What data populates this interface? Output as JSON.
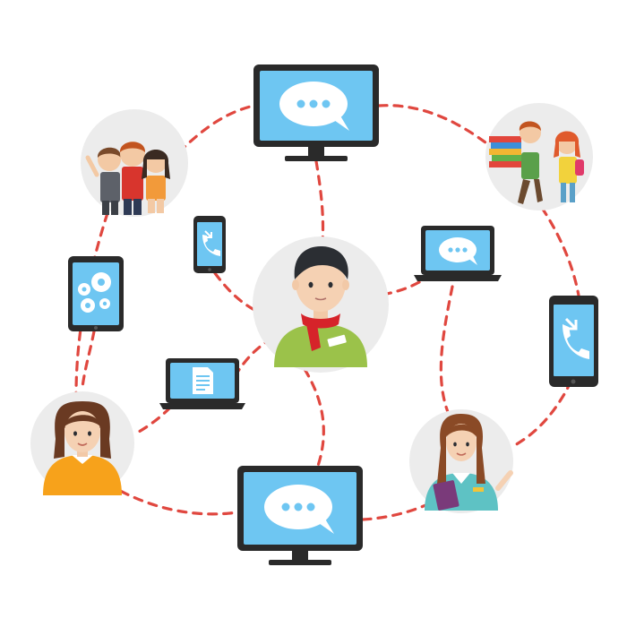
{
  "diagram": {
    "nodes": [
      {
        "id": "center",
        "kind": "avatar-center",
        "icon": "person-scarf-icon"
      },
      {
        "id": "monitor-top",
        "kind": "monitor",
        "icon": "chat-bubble-icon"
      },
      {
        "id": "monitor-bottom",
        "kind": "monitor",
        "icon": "chat-bubble-icon"
      },
      {
        "id": "group-kids",
        "kind": "photo-circle",
        "icon": "group-friends-icon"
      },
      {
        "id": "kids-books",
        "kind": "photo-circle",
        "icon": "kids-with-books-icon"
      },
      {
        "id": "girl-orange",
        "kind": "photo-circle",
        "icon": "girl-orange-sweater-icon"
      },
      {
        "id": "teacher",
        "kind": "photo-circle",
        "icon": "teacher-clipboard-icon"
      },
      {
        "id": "tablet-gears",
        "kind": "tablet",
        "icon": "gears-icon"
      },
      {
        "id": "phone-small",
        "kind": "phone",
        "icon": "incoming-call-icon"
      },
      {
        "id": "phone-right",
        "kind": "phone",
        "icon": "incoming-call-icon"
      },
      {
        "id": "laptop-chat",
        "kind": "laptop",
        "icon": "chat-bubble-icon"
      },
      {
        "id": "laptop-doc",
        "kind": "laptop",
        "icon": "document-icon"
      }
    ],
    "connections": [
      [
        "monitor-top",
        "center"
      ],
      [
        "group-kids",
        "monitor-top"
      ],
      [
        "monitor-top",
        "kids-books"
      ],
      [
        "group-kids",
        "girl-orange"
      ],
      [
        "kids-books",
        "teacher"
      ],
      [
        "girl-orange",
        "monitor-bottom"
      ],
      [
        "monitor-bottom",
        "teacher"
      ],
      [
        "center",
        "monitor-bottom"
      ],
      [
        "phone-small",
        "center"
      ],
      [
        "laptop-chat",
        "center"
      ],
      [
        "laptop-doc",
        "center"
      ],
      [
        "laptop-chat",
        "teacher"
      ]
    ],
    "colors": {
      "link": "#e0473f",
      "screen": "#6ec6f2",
      "frame": "#2a2a2a",
      "circle_bg": "#ececec",
      "bubble": "#ffffff",
      "bubble_dots": "#6ec6f2"
    }
  }
}
